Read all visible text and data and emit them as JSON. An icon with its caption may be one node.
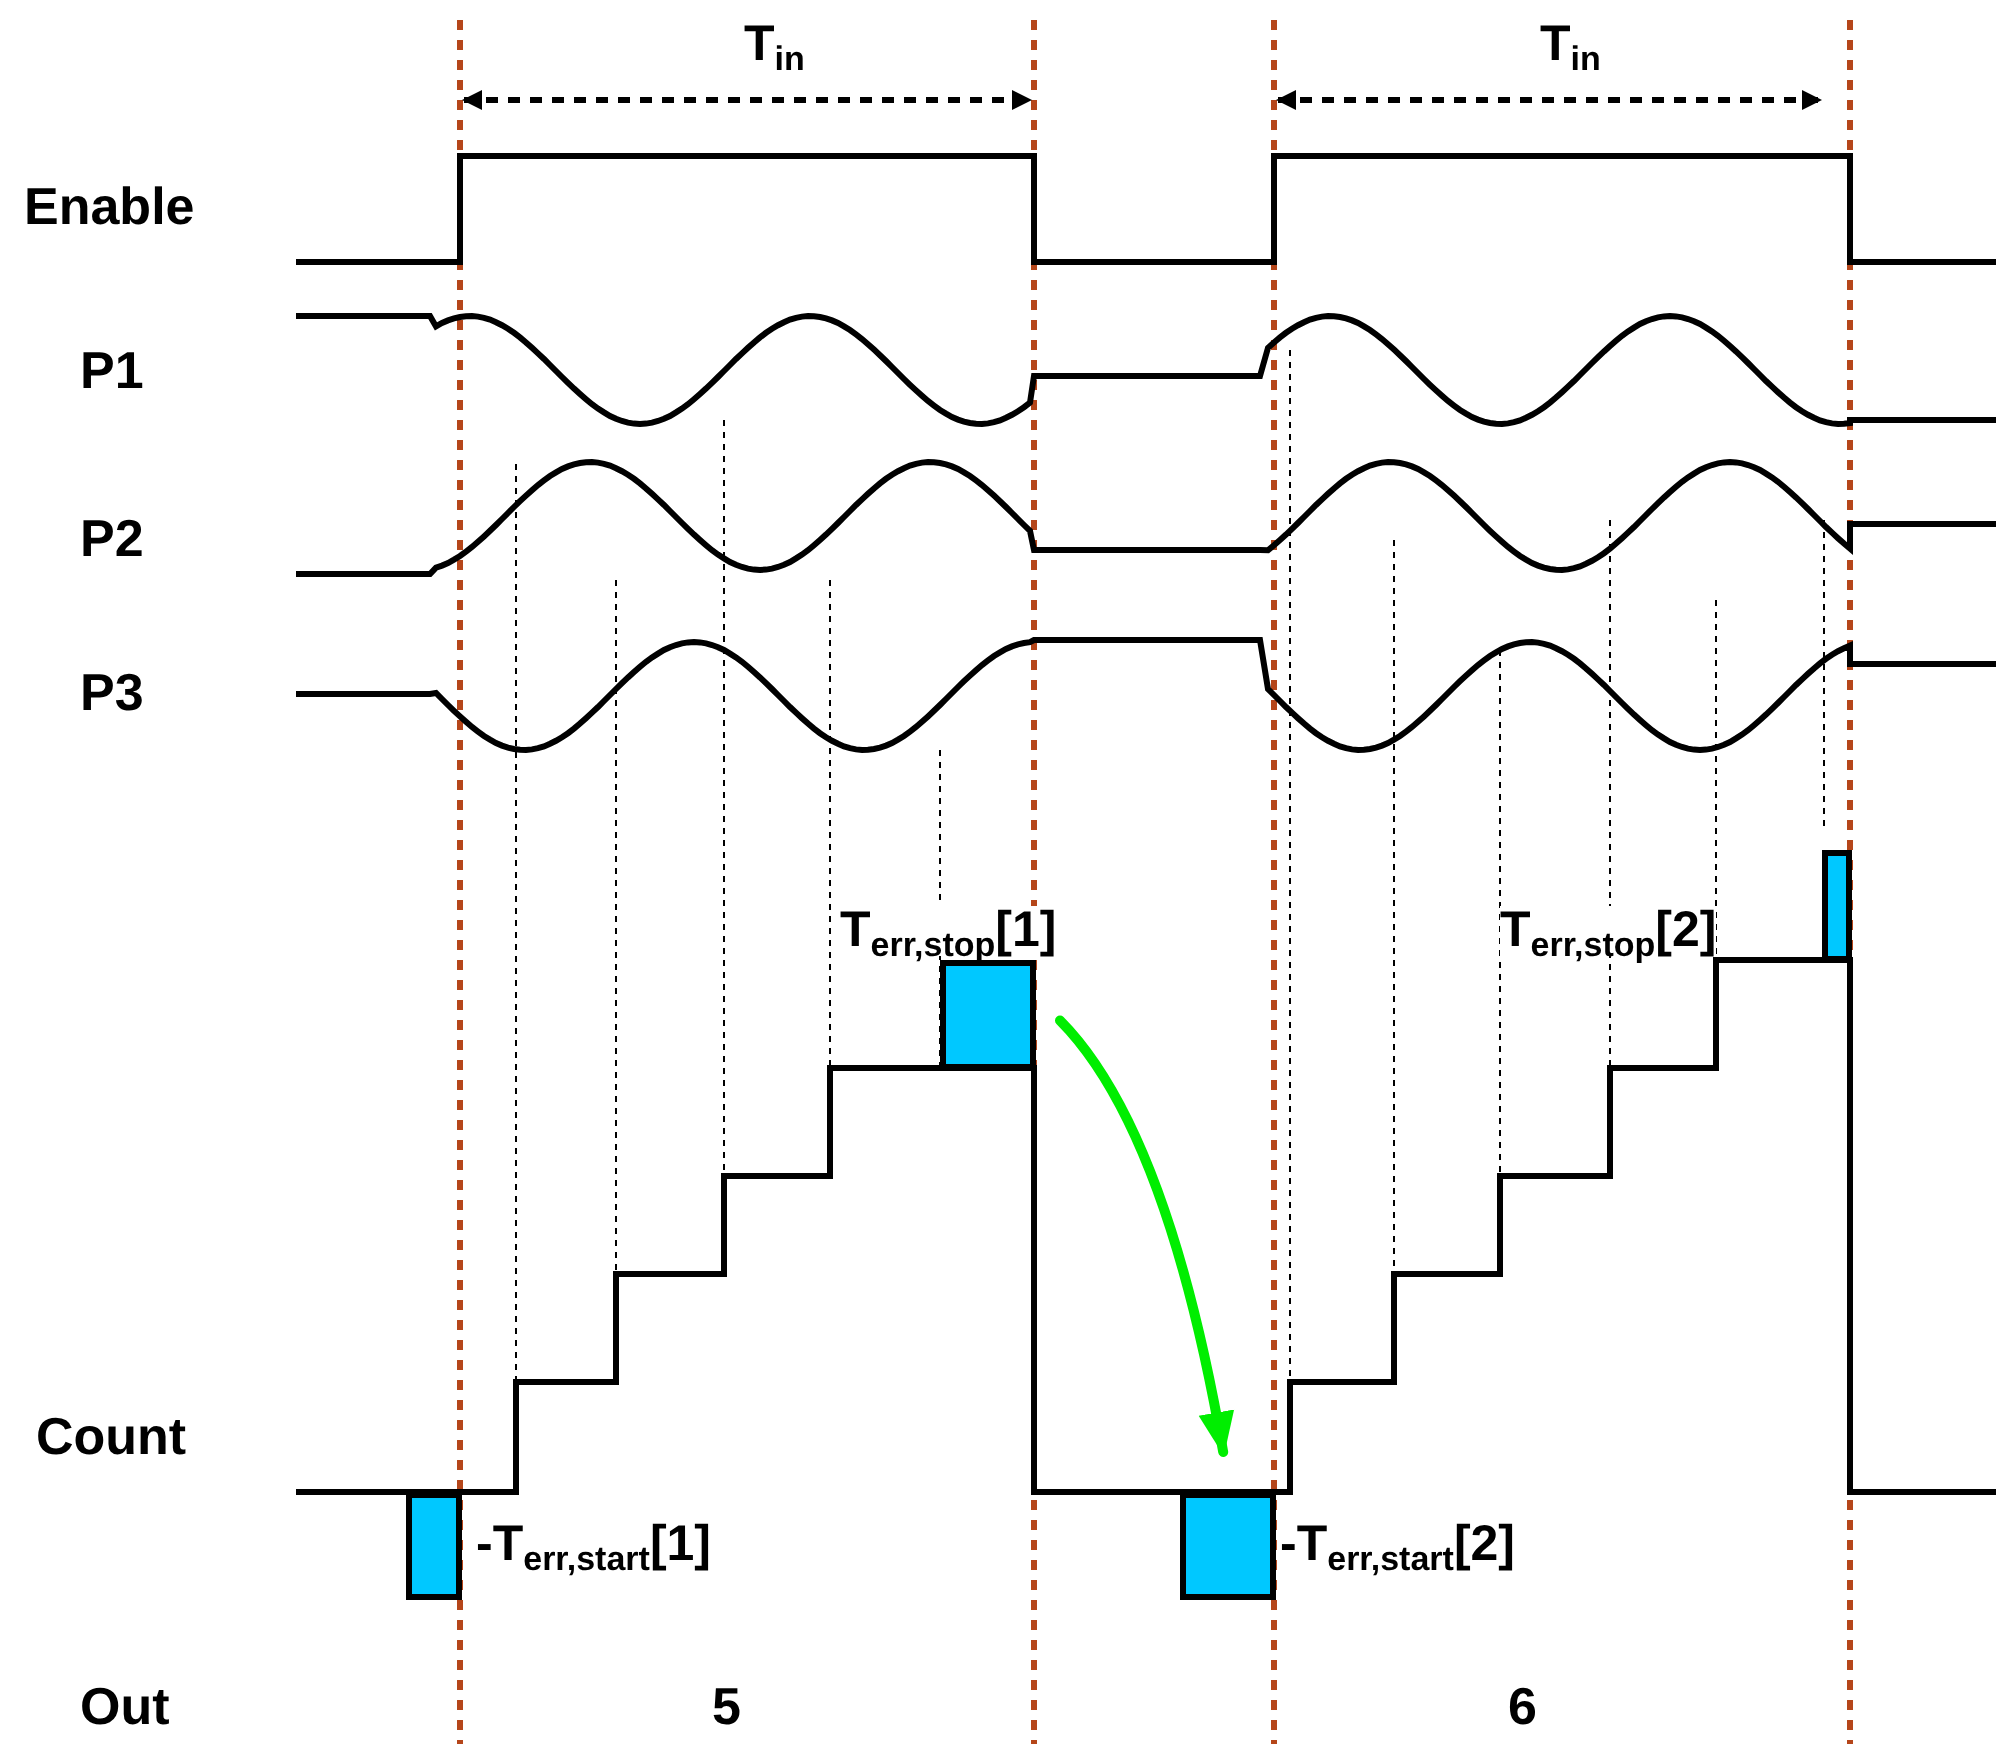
{
  "diagram": {
    "nodes": [
      {
        "text": [],
        "shape": "box",
        "beside": [
          "-T$_{err,start}$[1]"
        ]
      },
      {
        "text": [],
        "shape": "box",
        "beside": [
          "T$_{err,stop}$[1]"
        ]
      },
      {
        "text": [],
        "shape": "box",
        "beside": [
          "-T$_{err,start}$[2]"
        ]
      },
      {
        "text": [],
        "shape": "box",
        "beside": [
          "T$_{err,stop}$[2]"
        ]
      }
    ],
    "edges": [
      {
        "from": 1,
        "to": 2,
        "arrow": "to",
        "color": "#00ee00"
      }
    ],
    "labels": [
      "T$_{in}$",
      "T$_{in}$",
      "Enable",
      "P1",
      "P2",
      "P3",
      "Count",
      "Out",
      "5",
      "6"
    ]
  }
}
